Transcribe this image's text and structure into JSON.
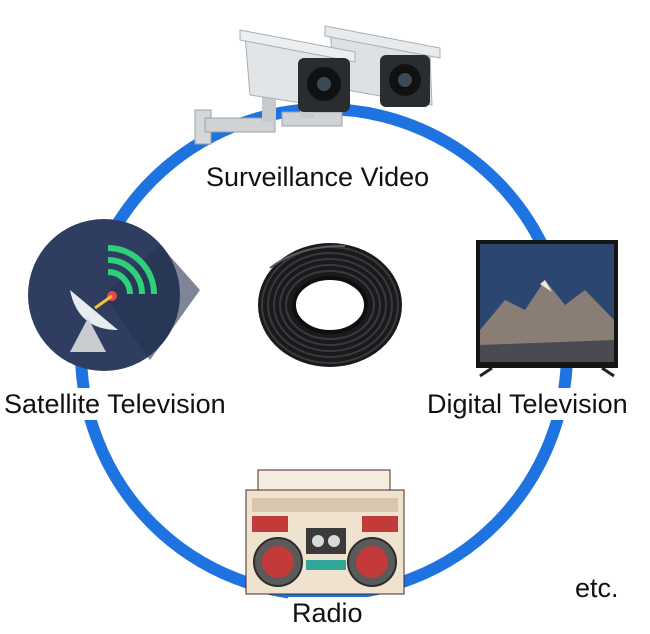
{
  "labels": {
    "surveillance": "Surveillance Video",
    "satellite": "Satellite Television",
    "digital": "Digital Television",
    "radio": "Radio",
    "etc": "etc."
  },
  "colors": {
    "ring": "#1e73e0",
    "cable": "#1a1a1c",
    "satellite_bg": "#2f3e60",
    "signal": "#2fd07a",
    "camera_body": "#dde1e4",
    "boombox_body": "#efe3cf",
    "speaker": "#c23a3a"
  },
  "icons": {
    "center": "coaxial-cable-coil",
    "top": "security-cameras",
    "left": "satellite-dish",
    "right": "flat-tv",
    "bottom": "boombox"
  }
}
